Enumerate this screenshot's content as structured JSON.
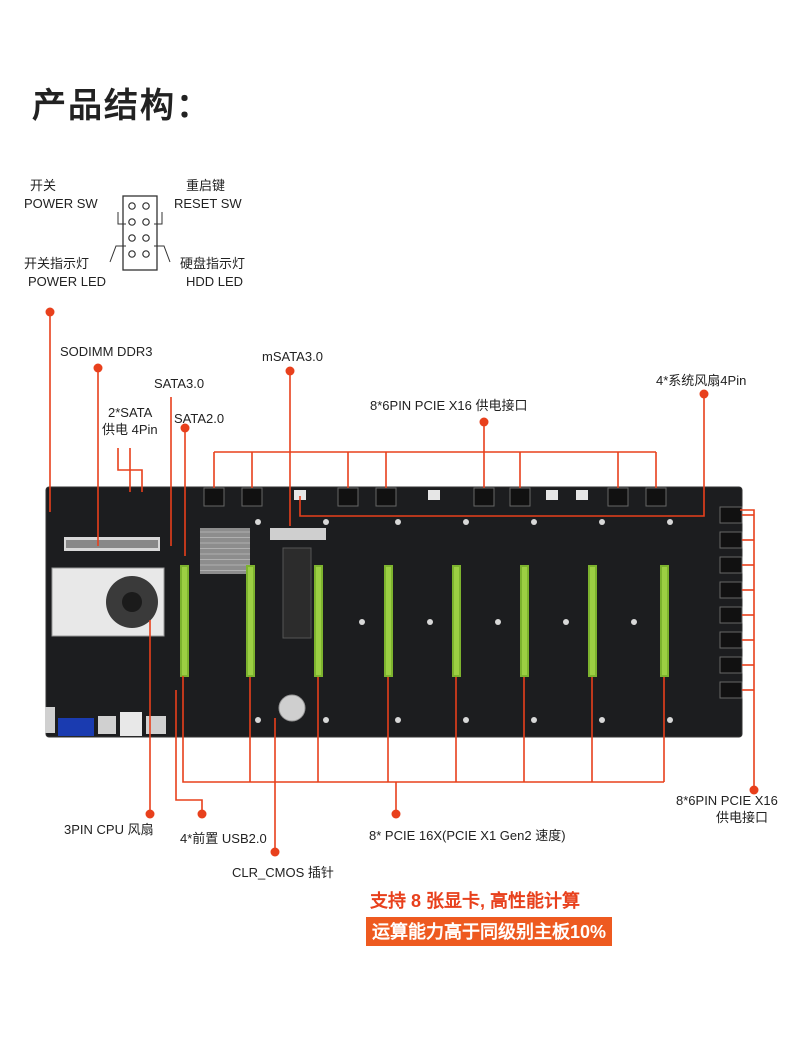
{
  "title": "产品结构：",
  "labels": {
    "power_sw_cn": "开关",
    "power_sw_en": "POWER SW",
    "reset_sw_cn": "重启键",
    "reset_sw_en": "RESET SW",
    "power_led_cn": "开关指示灯",
    "power_led_en": "POWER LED",
    "hdd_led_cn": "硬盘指示灯",
    "hdd_led_en": "HDD  LED",
    "sodimm": "SODIMM DDR3",
    "sata3": "SATA3.0",
    "sata_power_1": "2*SATA",
    "sata_power_2": "供电 4Pin",
    "sata2": "SATA2.0",
    "msata": "mSATA3.0",
    "pcie_power_top": "8*6PIN PCIE X16 供电接口",
    "fan": "4*系统风扇4Pin",
    "pcie_power_right_1": "8*6PIN PCIE X16",
    "pcie_power_right_2": "供电接口",
    "cpu_fan": "3PIN CPU 风扇",
    "usb": "4*前置 USB2.0",
    "pcie_slots": "8* PCIE 16X(PCIE X1 Gen2 速度)",
    "clr_cmos": "CLR_CMOS 插针"
  },
  "highlights": {
    "line1": "支持 8 张显卡, 高性能计算",
    "line2": "运算能力高于同级别主板10%"
  },
  "colors": {
    "accent": "#e8401c",
    "board": "#1c1d1f",
    "slot": "#7db32e",
    "text": "#222222"
  }
}
